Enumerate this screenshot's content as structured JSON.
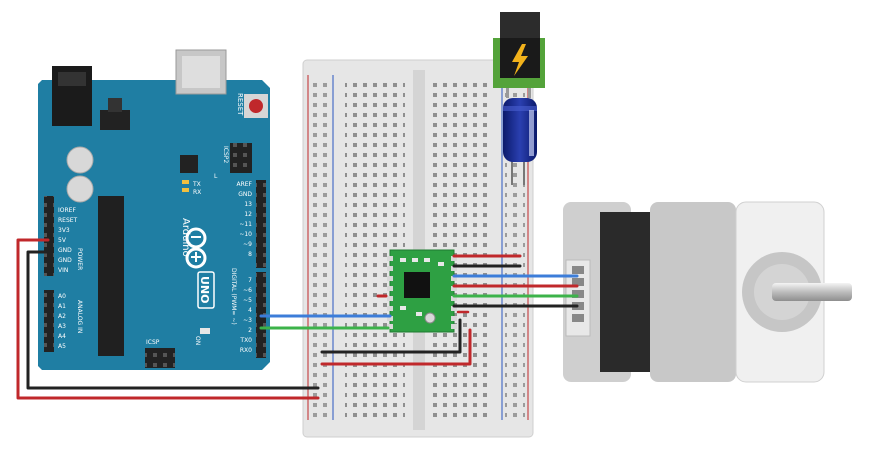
{
  "arduino": {
    "brand": "Arduino",
    "model": "UNO",
    "reset": "RESET",
    "icsp": "ICSP",
    "icsp2": "ICSP2",
    "on": "ON",
    "tx": "TX",
    "rx": "RX",
    "l": "L",
    "aref": "AREF",
    "gnd": "GND",
    "digital": "DIGITAL (PWM= ~)",
    "power": "POWER",
    "analog": "ANALOG IN",
    "tx0": "TX0",
    "rx0": "RX0",
    "ioref": "IOREF",
    "reset_pin": "RESET",
    "v33": "3V3",
    "v5": "5V",
    "gnd1": "GND",
    "gnd2": "GND",
    "vin": "VIN",
    "a0": "A0",
    "a1": "A1",
    "a2": "A2",
    "a3": "A3",
    "a4": "A4",
    "a5": "A5",
    "d13": "13",
    "d12": "12",
    "d11": "~11",
    "d10": "~10",
    "d9": "~9",
    "d8": "8",
    "d7": "7",
    "d6": "~6",
    "d5": "~5",
    "d4": "4",
    "d3": "~3",
    "d2": "2"
  },
  "colors": {
    "arduino_blue": "#1f7ea3",
    "breadboard": "#e6e6e6",
    "driver_green": "#2ea043",
    "wire_red": "#c0282b",
    "wire_black": "#222222",
    "wire_blue": "#3c7dd9",
    "wire_green": "#3cb34a",
    "motor_grey": "#c8c8c8"
  },
  "icons": {
    "power_jack": "lightning-bolt-icon",
    "capacitor": "capacitor-icon"
  }
}
